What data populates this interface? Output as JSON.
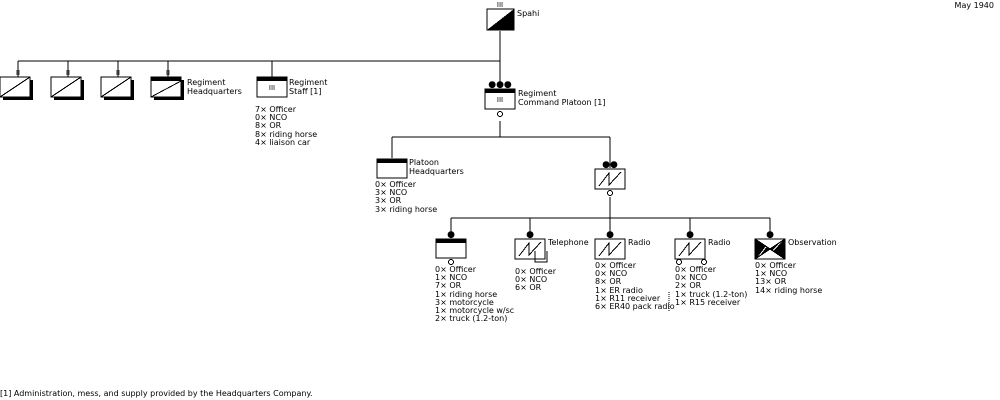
{
  "date": "May 1940",
  "footnote": "[1] Administration, mess, and supply provided by the Headquarters Company.",
  "units": {
    "spahi": {
      "label": "Spahi",
      "echelon": "III"
    },
    "squadron_1": {
      "echelon": "II"
    },
    "squadron_2": {
      "echelon": "II"
    },
    "squadron_3": {
      "echelon": "II"
    },
    "regiment_hq": {
      "label": "Regiment\nHeadquarters",
      "echelon": "II"
    },
    "regiment_staff": {
      "label": "Regiment\nStaff [1]",
      "echelon": "III",
      "personnel": [
        "7× Officer",
        "0× NCO",
        "8× OR",
        "8× riding horse",
        "4× liaison car"
      ]
    },
    "command_platoon": {
      "label": "Regiment\nCommand Platoon [1]",
      "echelon": "●●●",
      "sub": "III"
    },
    "platoon_hq": {
      "label": "Platoon\nHeadquarters",
      "personnel": [
        "0× Officer",
        "3× NCO",
        "3× OR",
        "3× riding horse"
      ]
    },
    "signal_section": {
      "echelon": "●●"
    },
    "section_hq": {
      "echelon": "●",
      "personnel": [
        "0× Officer",
        "1× NCO",
        "7× OR",
        "1× riding horse",
        "3× motorcycle",
        "1× motorcycle w/sc",
        "2× truck (1.2-ton)"
      ]
    },
    "telephone": {
      "label": "Telephone",
      "echelon": "●",
      "personnel": [
        "0× Officer",
        "0× NCO",
        "6× OR"
      ]
    },
    "radio_1": {
      "label": "Radio",
      "echelon": "●",
      "personnel": [
        "0× Officer",
        "0× NCO",
        "8× OR",
        "1× ER radio",
        "1× R11 receiver",
        "6× ER40 pack radio"
      ]
    },
    "radio_2": {
      "label": "Radio",
      "echelon": "●",
      "personnel": [
        "0× Officer",
        "0× NCO",
        "2× OR",
        "1× truck (1.2-ton)",
        "1× R15 receiver"
      ]
    },
    "observation": {
      "label": "Observation",
      "echelon": "●",
      "personnel": [
        "0× Officer",
        "1× NCO",
        "13× OR",
        "14× riding horse"
      ]
    }
  }
}
